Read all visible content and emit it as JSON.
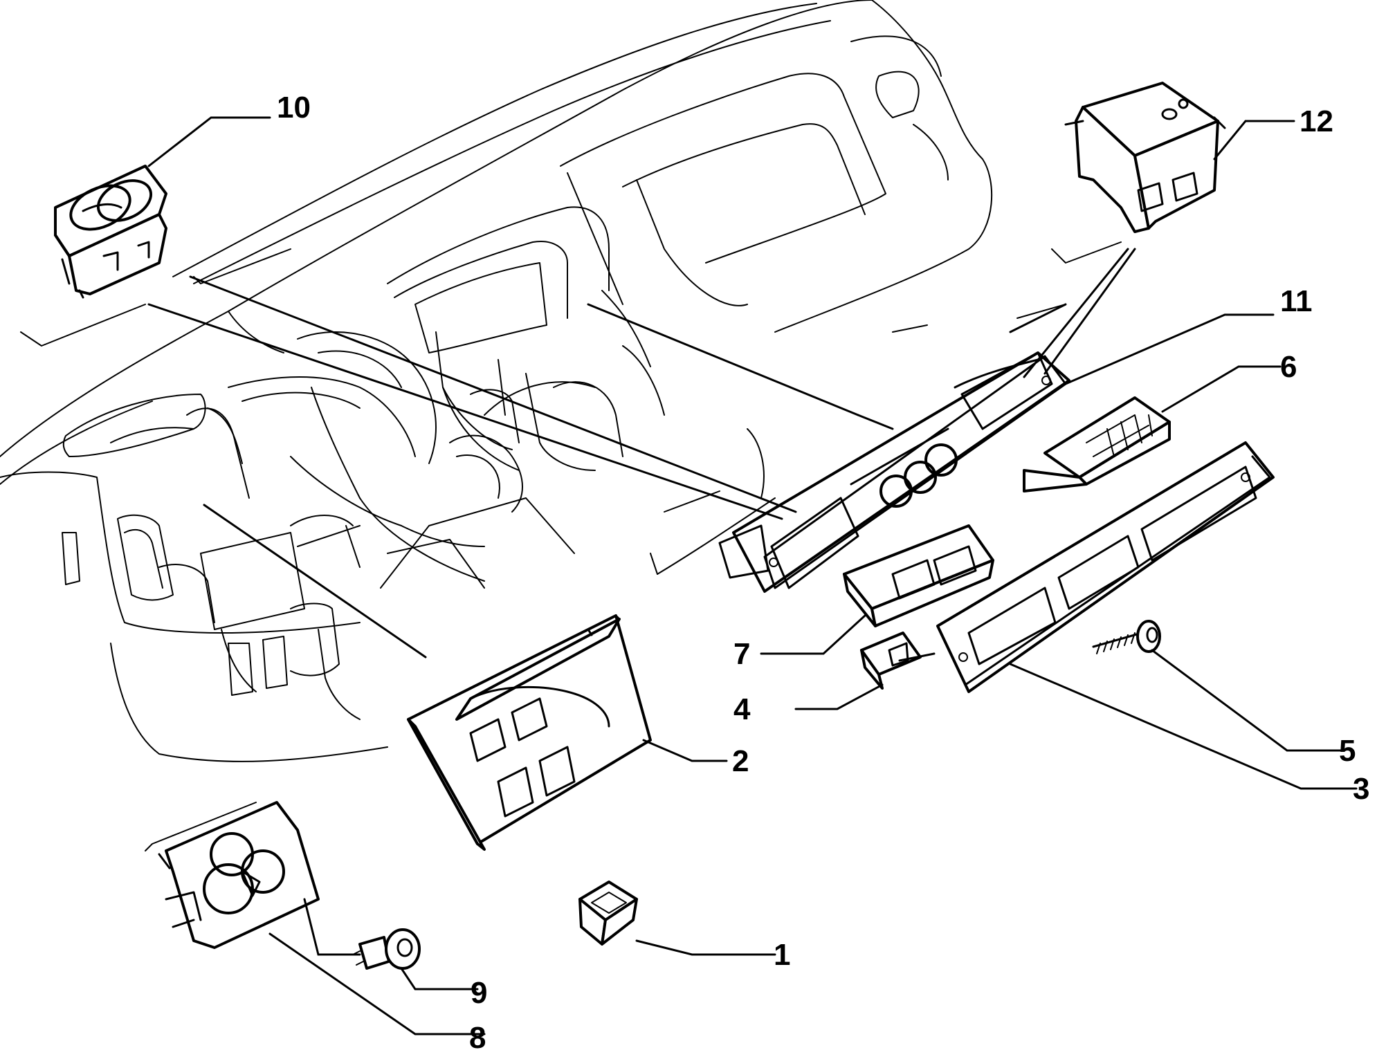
{
  "colors": {
    "line": "#000000",
    "background": "#ffffff"
  },
  "callouts": [
    {
      "id": "1",
      "label": "1"
    },
    {
      "id": "2",
      "label": "2"
    },
    {
      "id": "3",
      "label": "3"
    },
    {
      "id": "4",
      "label": "4"
    },
    {
      "id": "5",
      "label": "5"
    },
    {
      "id": "6",
      "label": "6"
    },
    {
      "id": "7",
      "label": "7"
    },
    {
      "id": "8",
      "label": "8"
    },
    {
      "id": "9",
      "label": "9"
    },
    {
      "id": "10",
      "label": "10"
    },
    {
      "id": "11",
      "label": "11"
    },
    {
      "id": "12",
      "label": "12"
    }
  ]
}
